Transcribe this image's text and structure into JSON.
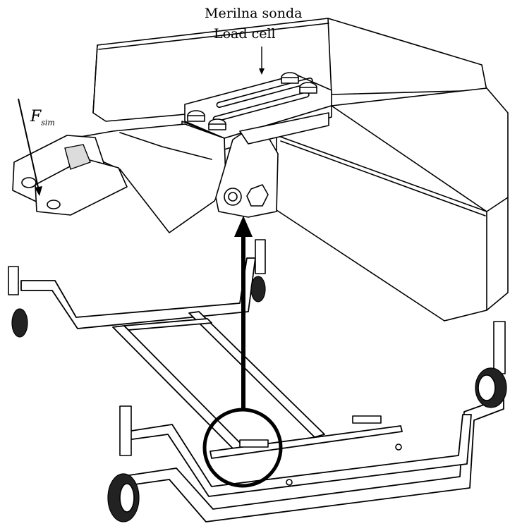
{
  "labels": {
    "load_cell_si": "Merilna sonda",
    "load_cell_en": "Load cell",
    "force_main": "F",
    "force_sub": "sim"
  },
  "colors": {
    "line": "#000000",
    "background": "#ffffff",
    "wheel_fill": "#222222"
  },
  "icons": {
    "load_arrow": "downward-arrow",
    "pull_arrow": "upward-thick-arrow",
    "detail_marker": "circle-highlight"
  }
}
